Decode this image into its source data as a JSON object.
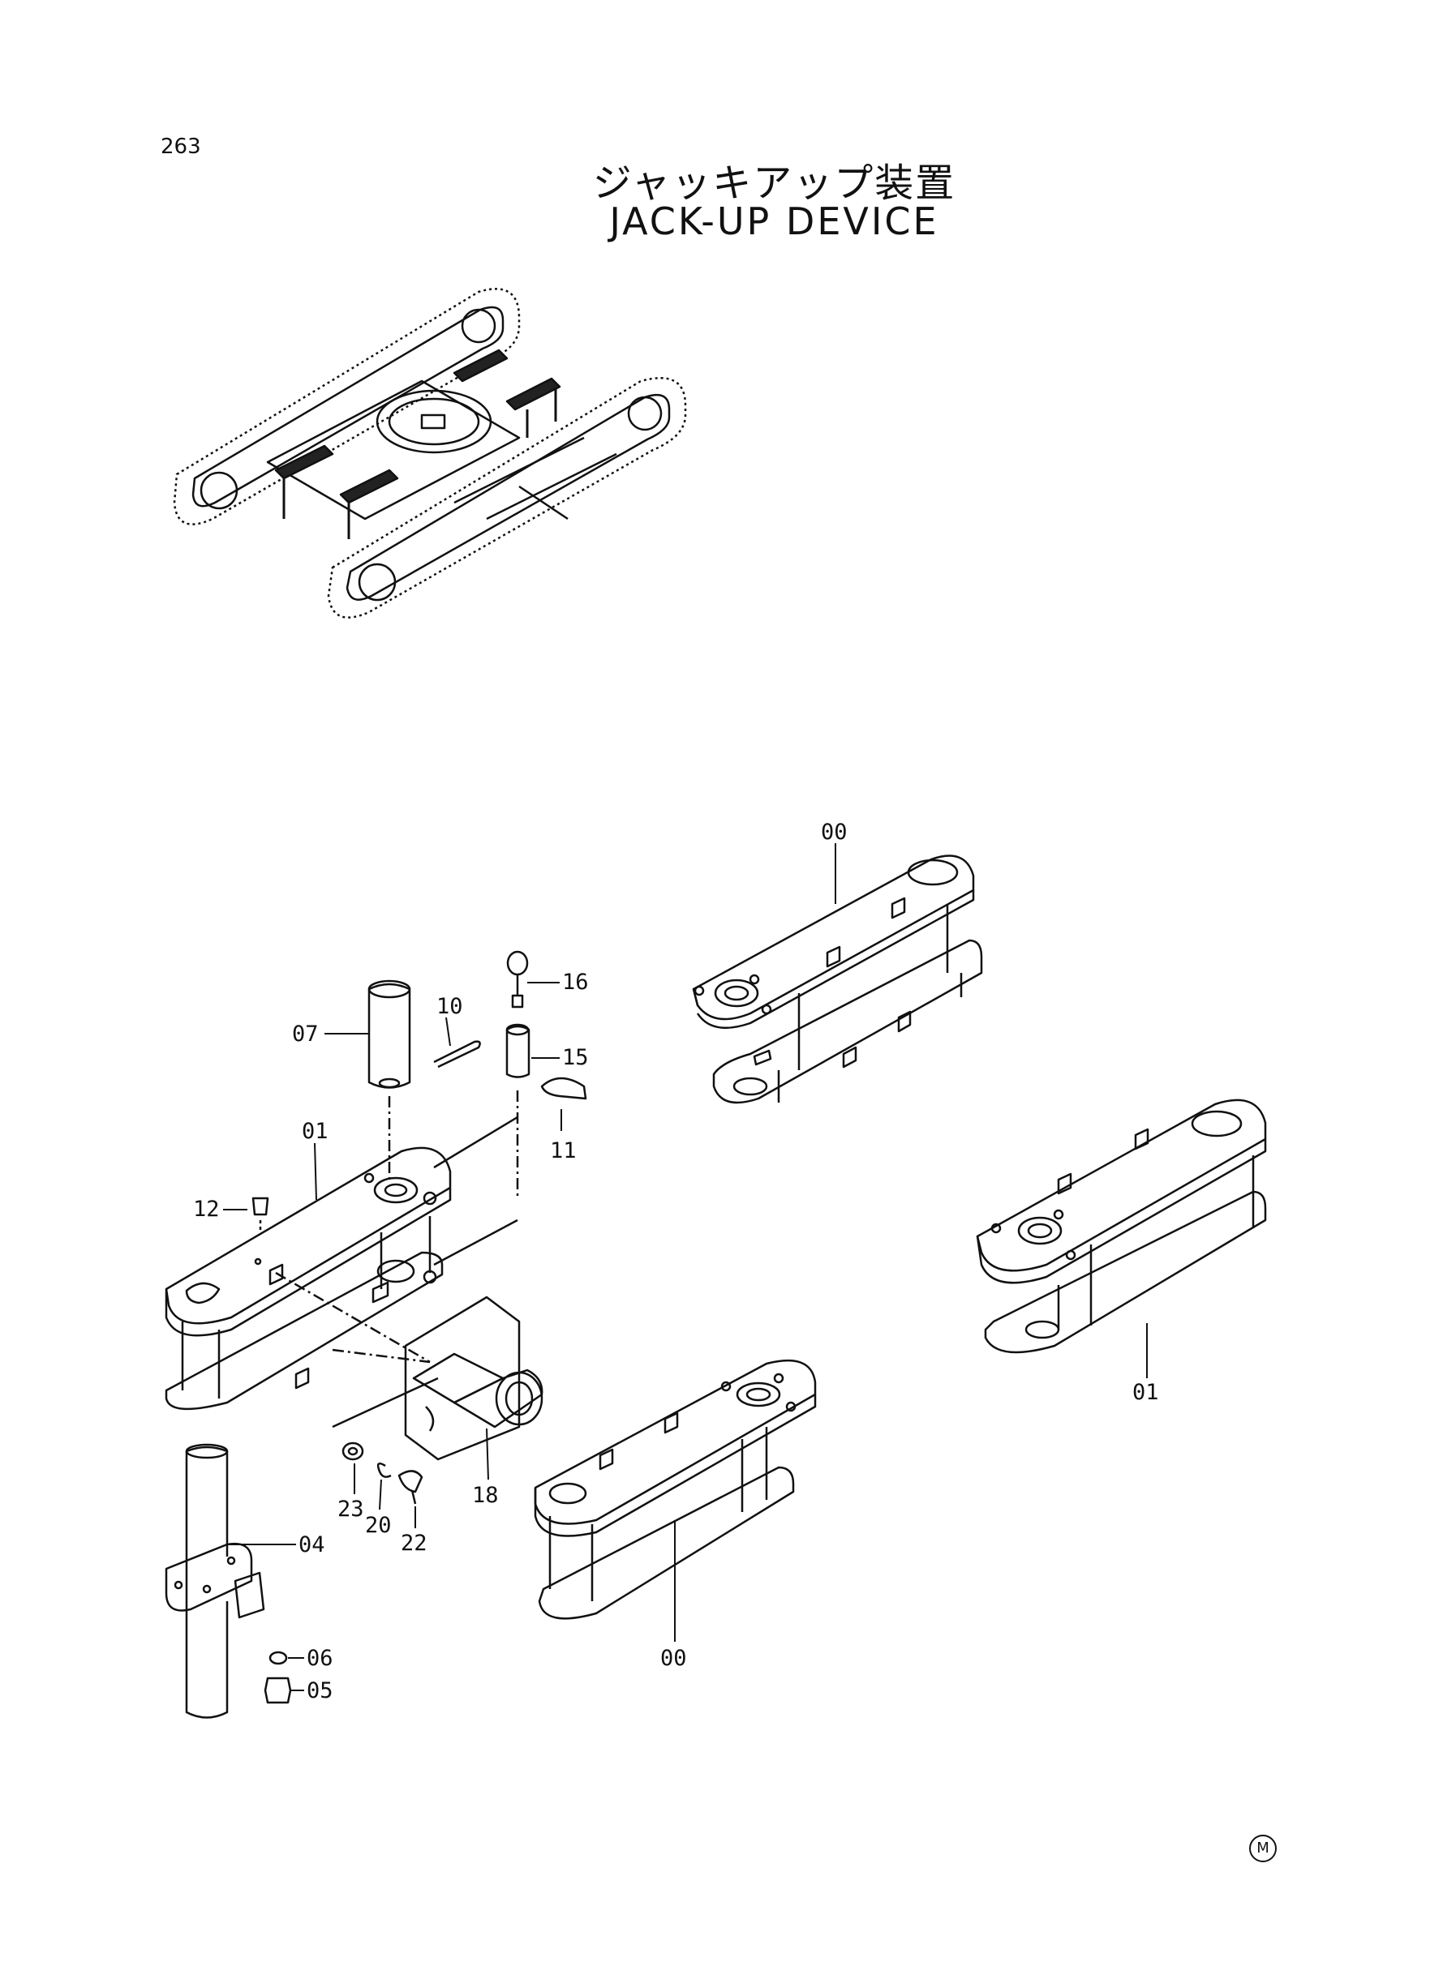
{
  "page_number": "263",
  "title_jp": "ジャッキアップ装置",
  "title_en": "JACK-UP DEVICE",
  "footer_mark": "M",
  "callouts": [
    {
      "id": "c00a",
      "text": "00"
    },
    {
      "id": "c16",
      "text": "16"
    },
    {
      "id": "c10",
      "text": "10"
    },
    {
      "id": "c07",
      "text": "07"
    },
    {
      "id": "c15",
      "text": "15"
    },
    {
      "id": "c11",
      "text": "11"
    },
    {
      "id": "c01a",
      "text": "01"
    },
    {
      "id": "c12",
      "text": "12"
    },
    {
      "id": "c01b",
      "text": "01"
    },
    {
      "id": "c23",
      "text": "23"
    },
    {
      "id": "c20",
      "text": "20"
    },
    {
      "id": "c22",
      "text": "22"
    },
    {
      "id": "c18",
      "text": "18"
    },
    {
      "id": "c04",
      "text": "04"
    },
    {
      "id": "c06",
      "text": "06"
    },
    {
      "id": "c05",
      "text": "05"
    },
    {
      "id": "c00b",
      "text": "00"
    }
  ]
}
